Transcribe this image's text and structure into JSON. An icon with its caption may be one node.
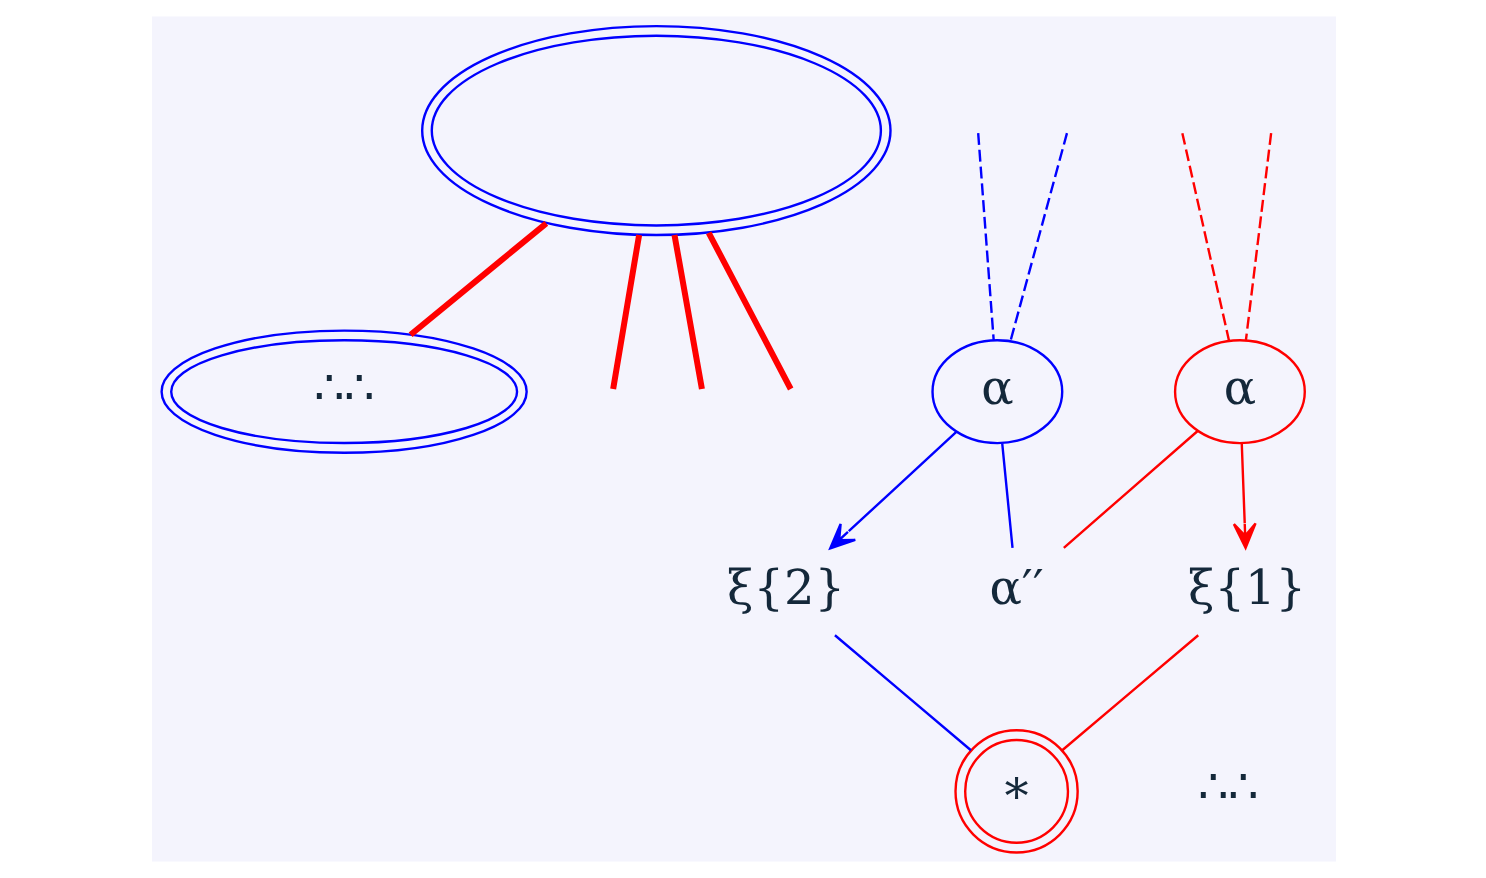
{
  "diagram": {
    "nodes": [
      {
        "text": [],
        "shape": "ellipse"
      },
      {
        "text": [
          "α"
        ]
      },
      {
        "text": [
          "α"
        ]
      },
      {
        "text": [
          "α′′"
        ]
      },
      {
        "text": [
          "∴∴"
        ]
      },
      {
        "text": [
          "ξ{1}"
        ]
      },
      {
        "text": [
          "ξ{2}"
        ]
      },
      {
        "text": [
          "∗"
        ],
        "beside": [
          "∴∴"
        ]
      }
    ],
    "edges": [
      {
        "from": 0,
        "to": 4,
        "arrow": "none",
        "style": "thick",
        "color": "#ff0000"
      },
      {
        "from": 0,
        "to": null,
        "arrow": "none",
        "style": "thick",
        "color": "#ff0000"
      },
      {
        "from": 0,
        "to": null,
        "arrow": "none",
        "style": "thick",
        "color": "#ff0000"
      },
      {
        "from": 0,
        "to": null,
        "arrow": "none",
        "style": "thick",
        "color": "#ff0000"
      },
      {
        "from": null,
        "to": 1,
        "arrow": "none",
        "style": "dashed",
        "color": "#ff0000"
      },
      {
        "from": null,
        "to": 1,
        "arrow": "none",
        "style": "dashed",
        "color": "#ff0000"
      },
      {
        "from": null,
        "to": 2,
        "arrow": "none",
        "style": "dashed",
        "color": "#0000ff"
      },
      {
        "from": null,
        "to": 2,
        "arrow": "none",
        "style": "dashed",
        "color": "#0000ff"
      },
      {
        "from": 1,
        "to": 3,
        "arrow": "none",
        "color": "#ff0000"
      },
      {
        "from": 2,
        "to": 3,
        "arrow": "none",
        "color": "#0000ff"
      },
      {
        "from": 1,
        "to": 5,
        "arrow": "to",
        "color": "#ff0000"
      },
      {
        "from": 2,
        "to": 6,
        "arrow": "to",
        "color": "#0000ff"
      },
      {
        "from": 5,
        "to": 7,
        "arrow": "none",
        "color": "#ff0000"
      },
      {
        "from": 6,
        "to": 7,
        "arrow": "none",
        "color": "#0000ff"
      }
    ]
  }
}
